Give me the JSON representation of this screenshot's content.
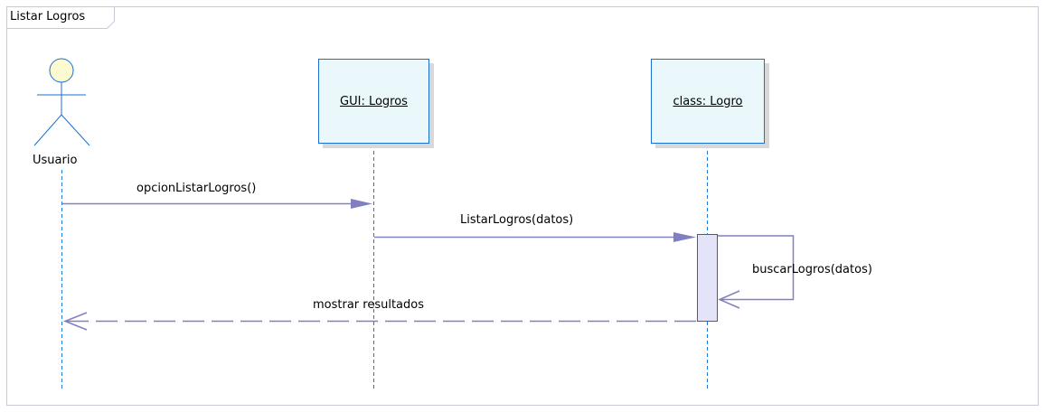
{
  "frame": {
    "title": "Listar Logros"
  },
  "actor": {
    "label": "Usuario"
  },
  "lifelines": [
    {
      "label": "GUI: Logros"
    },
    {
      "label": "class: Logro"
    }
  ],
  "messages": [
    {
      "label": "opcionListarLogros()",
      "kind": "synchronous"
    },
    {
      "label": "ListarLogros(datos)",
      "kind": "synchronous"
    },
    {
      "label": "buscarLogros(datos)",
      "kind": "self"
    },
    {
      "label": "mostrar resultados",
      "kind": "return"
    }
  ],
  "colors": {
    "frame_border": "#c8c8d8",
    "lifeline_dash": "#1a7ae0",
    "box_border": "#1a6fd1",
    "box_fill": "#eaf8fb",
    "actor_head_fill": "#fcfad0",
    "actor_stroke": "#1a6fd1",
    "message_line": "#8080c0",
    "activation_fill": "#e4e4f8",
    "activation_border": "#5050a8"
  }
}
